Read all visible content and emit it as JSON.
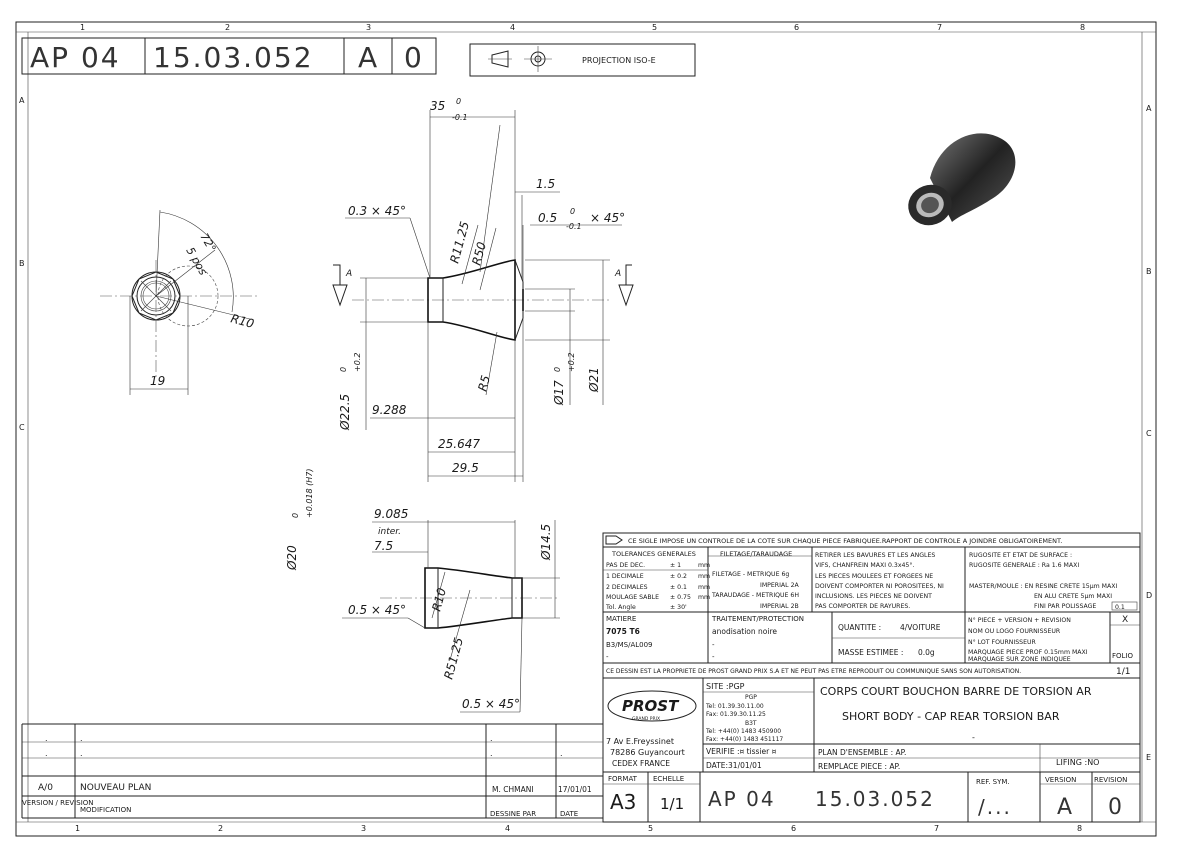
{
  "title_block_top": {
    "prefix": "AP 04",
    "number": "15.03.052",
    "version": "A",
    "revision": "0",
    "projection": "PROJECTION ISO-E"
  },
  "grid": {
    "top_columns": [
      "1",
      "2",
      "3",
      "4",
      "5",
      "6",
      "7",
      "8"
    ],
    "bottom_columns": [
      "1",
      "2",
      "3",
      "4",
      "5",
      "6",
      "7",
      "8"
    ],
    "left_rows": [
      "A",
      "B",
      "C"
    ],
    "right_rows": [
      "A",
      "B",
      "C",
      "D",
      "E"
    ]
  },
  "dimensions": {
    "d35": "35",
    "d35_tol_up": "0",
    "d35_tol_dn": "-0.1",
    "d15": "1.5",
    "chamfer_03": "0.3 × 45°",
    "chamfer_05a": "0.5",
    "chamfer_05a_tol_up": "0",
    "chamfer_05a_tol_dn": "-0.1",
    "chamfer_05a_suffix": "× 45°",
    "r1125": "R11.25",
    "r50": "R50",
    "r5": "R5",
    "d225": "Ø22.5",
    "d225_tol_up": "0",
    "d225_tol_dn": "+0.2",
    "d17": "Ø17",
    "d17_tol_up": "0",
    "d17_tol_dn": "+0.2",
    "d21": "Ø21",
    "d9288": "9.288",
    "d25647": "25.647",
    "d295": "29.5",
    "angle72": "72°",
    "pos5": "5 pos",
    "r10_left": "R10",
    "d19": "19",
    "section_a": "A",
    "d20": "Ø20",
    "d20_tol_up": "0",
    "d20_tol_dn": "+0.018 (H7)",
    "d9085": "9.085",
    "inter": "inter.",
    "d75": "7.5",
    "chamfer_05b": "0.5 × 45°",
    "r10_sec": "R10",
    "r5125": "R51.25",
    "d145": "Ø14.5",
    "chamfer_05c": "0.5 × 45°"
  },
  "notes": {
    "symbol_note": "CE SIGLE IMPOSE UN CONTROLE DE LA COTE SUR CHAQUE PIECE FABRIQUEE.RAPPORT DE CONTROLE A JOINDRE OBLIGATOIREMENT.",
    "tolerances": {
      "header": "TOLERANCES GENERALES",
      "rows": [
        [
          "PAS DE DEC.",
          "± 1",
          "mm"
        ],
        [
          "1 DECIMALE",
          "± 0.2",
          "mm"
        ],
        [
          "2 DECIMALES",
          "± 0.1",
          "mm"
        ],
        [
          "MOULAGE SABLE",
          "± 0.75",
          "mm"
        ],
        [
          "Tol. Angle",
          "± 30'",
          ""
        ]
      ]
    },
    "threading": {
      "header": "FILETAGE/TARAUDAGE",
      "rows": [
        [
          "FILETAGE  - METRIQUE 6g"
        ],
        [
          "IMPERIAL 2A"
        ],
        [
          "TARAUDAGE - METRIQUE 6H"
        ],
        [
          "IMPERIAL 2B"
        ]
      ]
    },
    "deburr": [
      "RETIRER LES BAVURES ET LES ANGLES",
      "VIFS, CHANFREIN MAXI 0.3x45°.",
      "LES PIECES MOULEES ET FORGEES NE",
      "DOIVENT COMPORTER NI POROSITEES, NI",
      "INCLUSIONS. LES PIECES NE DOIVENT",
      "PAS COMPORTER DE RAYURES."
    ],
    "roughness": [
      "RUGOSITE ET ETAT DE SURFACE :",
      "RUGOSITE GENERALE : Ra 1.6 MAXI",
      "",
      "MASTER/MOULE : EN RESINE CRETE 15µm MAXI",
      "EN ALU CRETE 5µm MAXI",
      "FINI PAR POLISSAGE"
    ],
    "polish_value": "0.1",
    "material_label": "MATIERE",
    "material": [
      "7075 T6",
      "B3/MS/AL009",
      "-"
    ],
    "treatment_label": "TRAITEMENT/PROTECTION",
    "treatment": [
      "anodisation noire",
      "-",
      "-"
    ],
    "quantity_label": "QUANTITE :",
    "quantity": "4/VOITURE",
    "mass_label": "MASSE ESTIMEE :",
    "mass": "0.0g",
    "marking": [
      "N° PIECE + VERSION + REVISION",
      "NOM OU LOGO FOURNISSEUR",
      "N° LOT FOURNISSEUR",
      "MARQUAGE PIECE PROF 0.15mm MAXI",
      "MARQUAGE SUR ZONE INDIQUEE"
    ],
    "marking_x": "X",
    "folio_label": "FOLIO",
    "folio": "1/1",
    "property": "CE DESSIN EST LA PROPRIETE DE PROST GRAND PRIX S.A ET NE PEUT PAS ETRE REPRODUIT OU COMMUNIQUE SANS SON AUTORISATION."
  },
  "company": {
    "logo": "PROST",
    "logo_sub": "GRAND PRIX",
    "address": [
      "7 Av E.Freyssinet",
      "78286 Guyancourt",
      "CEDEX FRANCE"
    ],
    "site": "SITE :PGP",
    "contact": [
      "PGP",
      "Tel: 01.39.30.11.00",
      "Fax: 01.39.30.11.25",
      "B3T",
      "Tel: +44(0) 1483 450900",
      "Fax: +44(0) 1483 451117"
    ],
    "verified": "VERIFIE :¤ tissier ¤",
    "date": "DATE:31/01/01"
  },
  "part": {
    "title_fr": "CORPS COURT BOUCHON BARRE DE TORSION AR",
    "title_en": "SHORT BODY - CAP REAR TORSION BAR",
    "dash": "-",
    "assembly": "PLAN D'ENSEMBLE : AP.",
    "replaces": "REMPLACE PIECE  : AP.",
    "lifing": "LIFING :NO"
  },
  "bottom": {
    "format_label": "FORMAT",
    "format": "A3",
    "scale_label": "ECHELLE",
    "scale": "1/1",
    "prefix": "AP  04",
    "number": "15.03.052",
    "ref_label": "REF. SYM.",
    "ref": "/...",
    "version_label": "VERSION",
    "version": "A",
    "revision_label": "REVISION",
    "revision": "0"
  },
  "revisions": {
    "row_version": "A/0",
    "row_mod": "NOUVEAU PLAN",
    "drawn_by": "M. CHMANI",
    "drawn_date": "17/01/01",
    "hdr_version": "VERSION / REVISION",
    "hdr_mod": "MODIFICATION",
    "hdr_drawn": "DESSINE PAR",
    "hdr_date": "DATE",
    "dots": "."
  }
}
